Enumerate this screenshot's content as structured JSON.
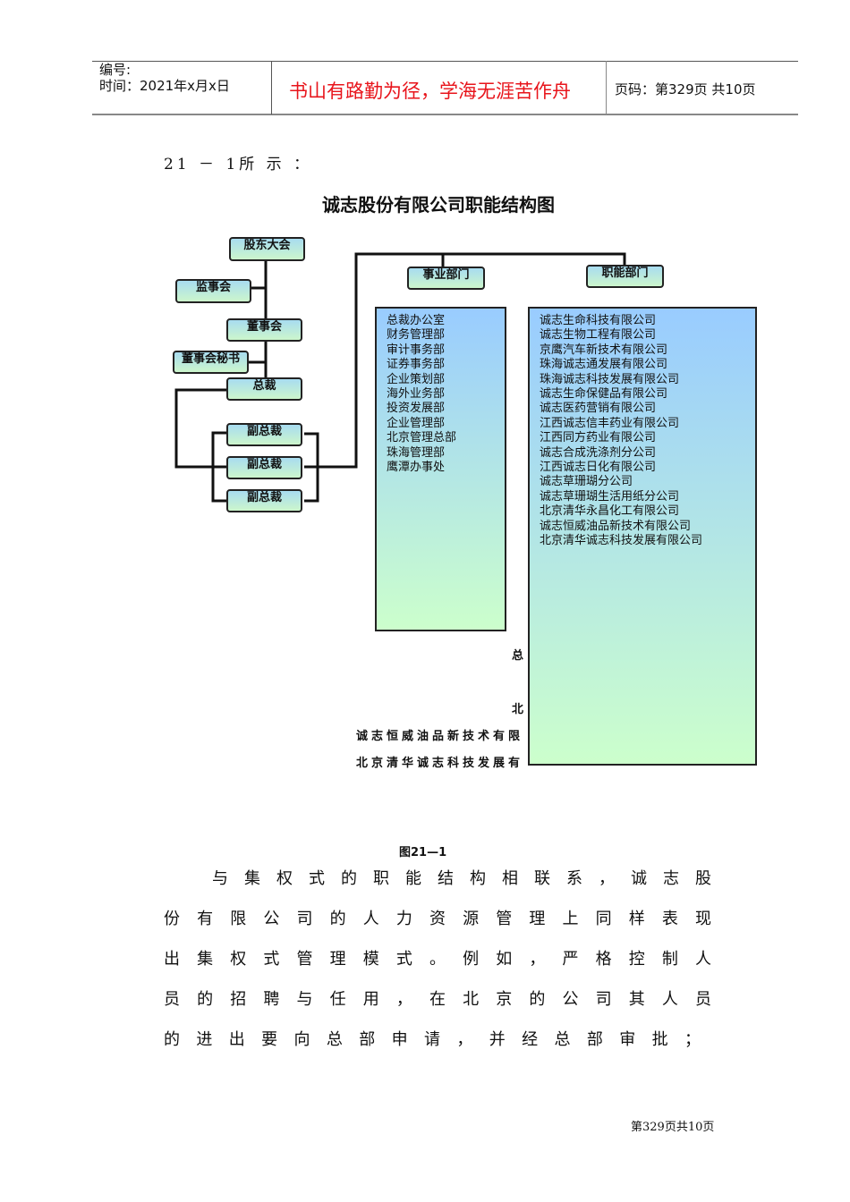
{
  "header": {
    "number_label": "编号:",
    "date_label": "时间：2021年x月x日",
    "motto": "书山有路勤为径，学海无涯苦作舟",
    "page_label": "页码：第329页 共10页",
    "motto_color": "#e8141b"
  },
  "intro": "21 － 1所 示 ：",
  "chart": {
    "title": "诚志股份有限公司职能结构图",
    "nodes": {
      "shareholders": "股东大会",
      "supervisors": "监事会",
      "board": "董事会",
      "secretary": "董事会秘书",
      "president": "总裁",
      "vp": [
        "副总裁",
        "副总裁",
        "副总裁"
      ],
      "business_dept": "事业部门",
      "functional_dept": "职能部门"
    },
    "business_list": [
      "总裁办公室",
      "财务管理部",
      "审计事务部",
      "证券事务部",
      "企业策划部",
      "海外业务部",
      "投资发展部",
      "企业管理部",
      "北京管理总部",
      "珠海管理部",
      "鹰潭办事处"
    ],
    "functional_list": [
      "诚志生命科技有限公司",
      "诚志生物工程有限公司",
      "京鹰汽车新技术有限公司",
      "珠海诚志通发展有限公司",
      "珠海诚志科技发展有限公司",
      "诚志生命保健品有限公司",
      "诚志医药营销有限公司",
      "江西诚志信丰药业有限公司",
      "江西同方药业有限公司",
      "诚志合成洗涤剂分公司",
      "江西诚志日化有限公司",
      "诚志草珊瑚分公司",
      "诚志草珊瑚生活用纸分公司",
      "北京清华永昌化工有限公司",
      "诚志恒威油品新技术有限公司",
      "北京清华诚志科技发展有限公司"
    ],
    "overflow": [
      "总",
      "北",
      "诚志恒威油品新技术有限",
      "北京清华诚志科技发展有"
    ],
    "caption": "图21—1"
  },
  "body_lines": [
    "与集权式的职能结构相联系，诚志股",
    "份有限公司的人力资源管理上同样表现",
    "出集权式管理模式。例如，严格控制人",
    "员的招聘与任用，在北京的公司其人员",
    "的进出要向总部申请，并经总部审批；"
  ],
  "footer": "第329页共10页"
}
